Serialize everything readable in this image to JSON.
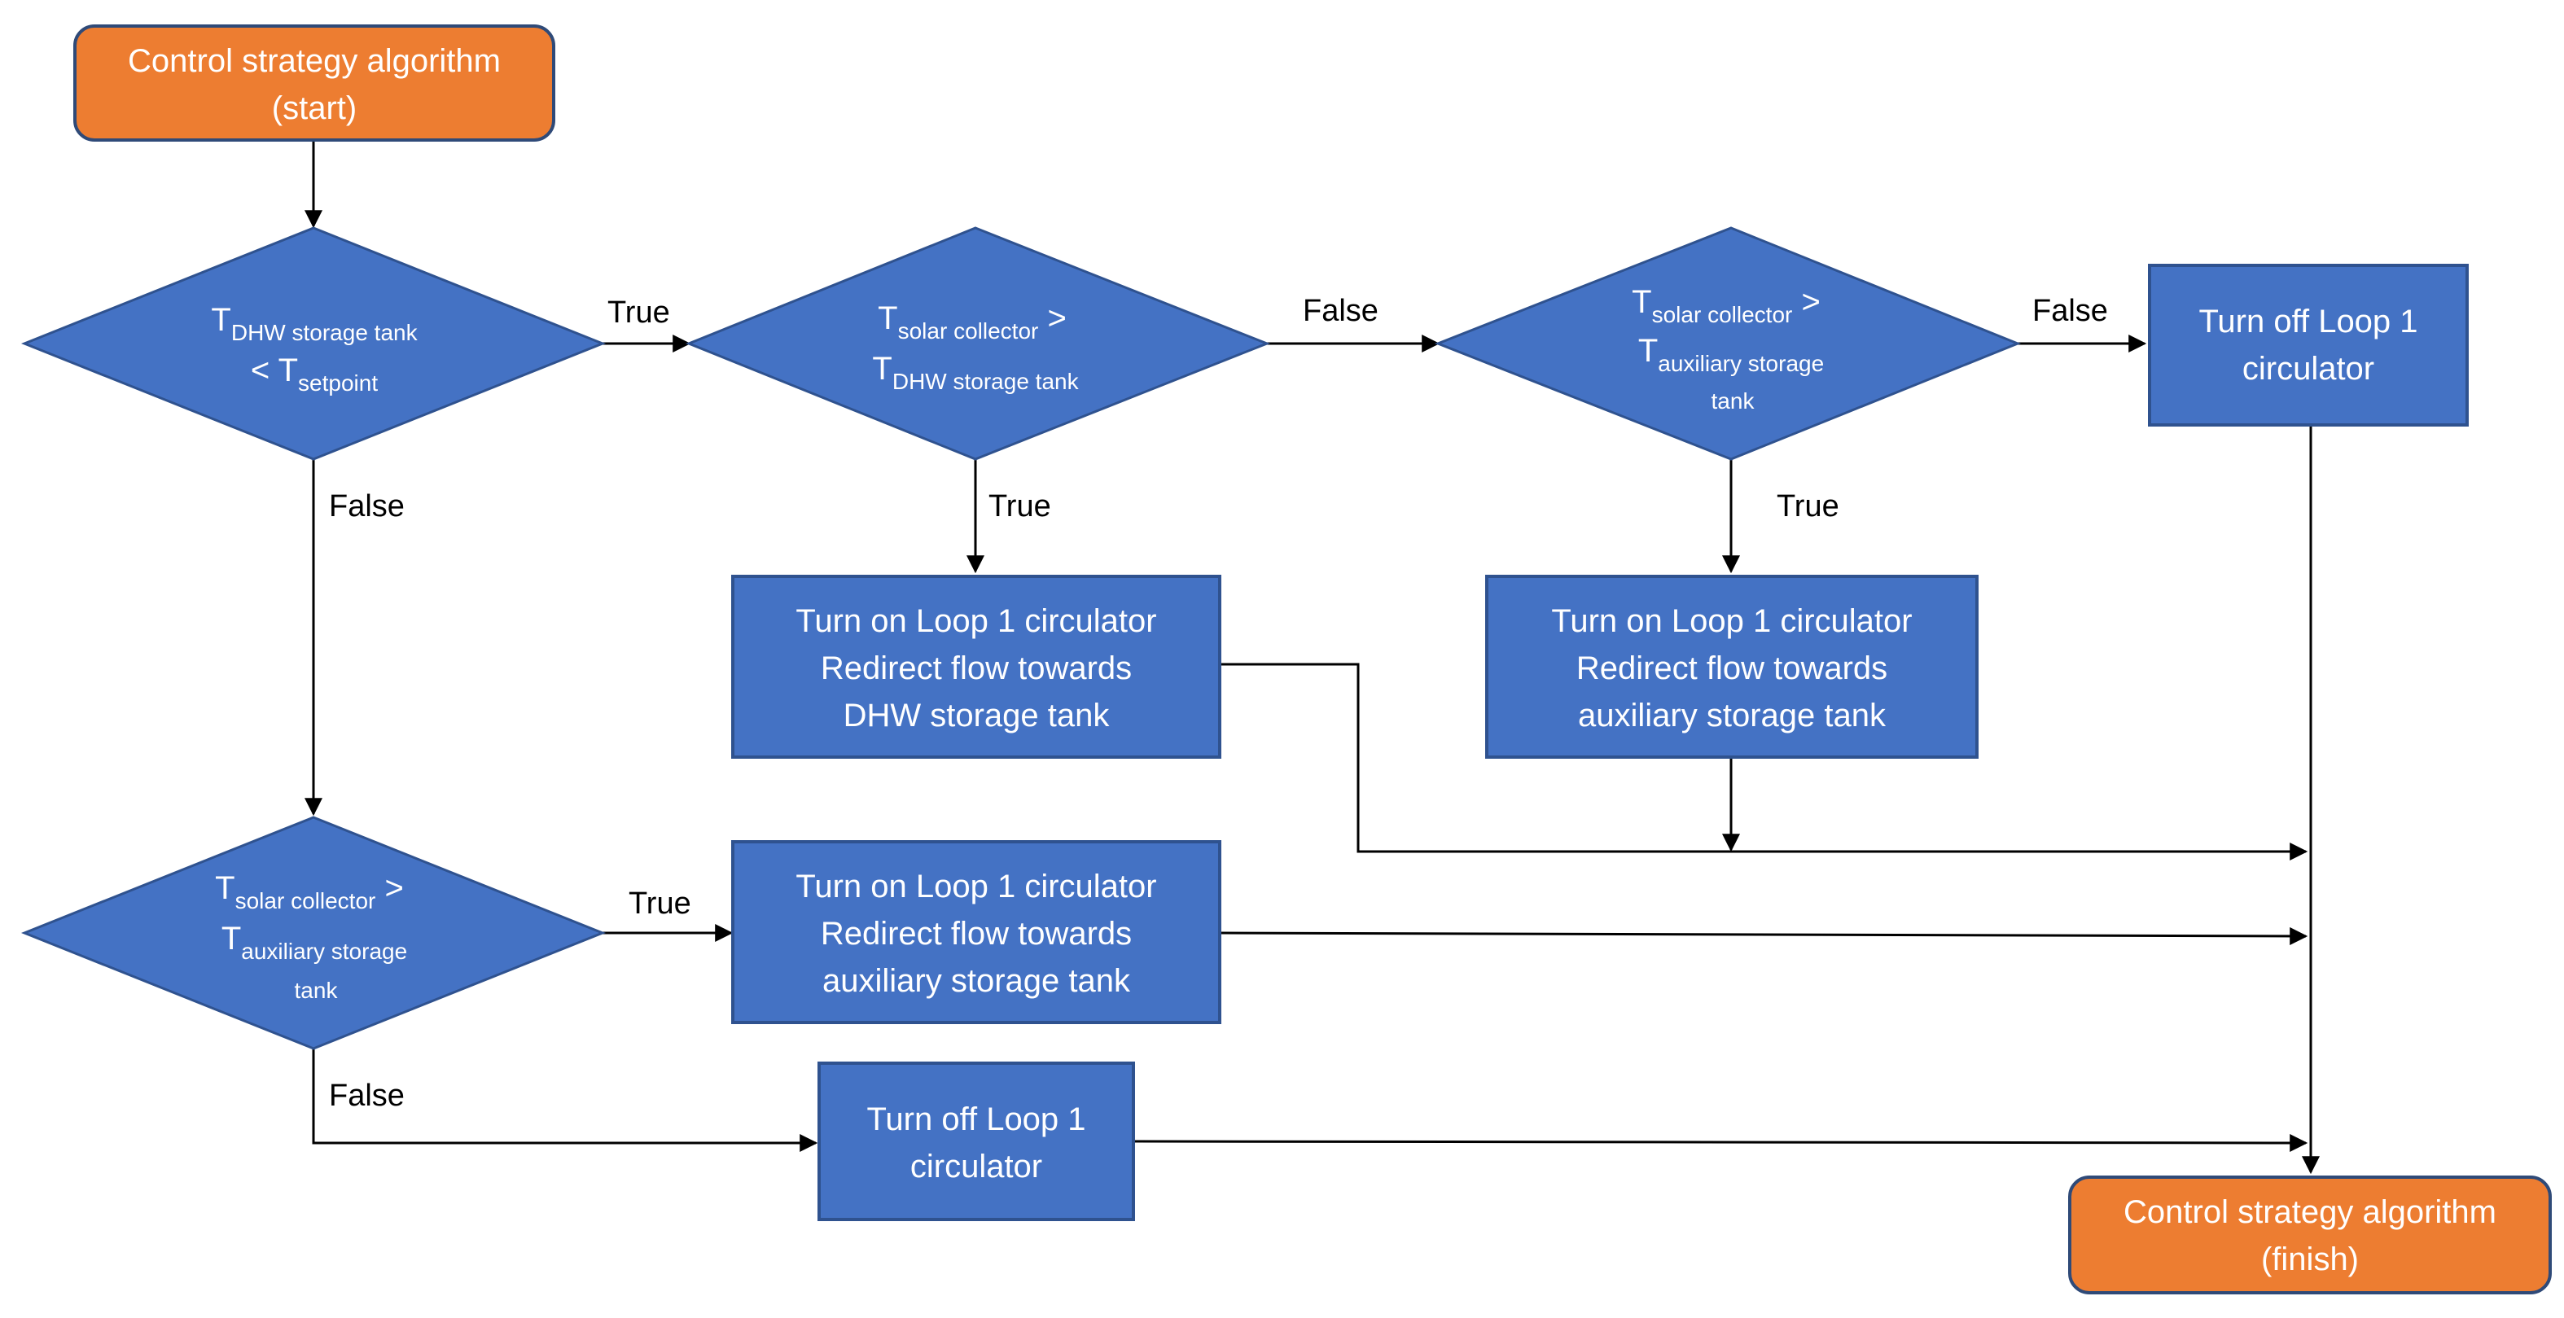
{
  "colors": {
    "terminal_fill": "#ED7D31",
    "terminal_stroke": "#2F4A78",
    "process_fill": "#4472C4",
    "process_stroke": "#2F528F",
    "line": "#000000",
    "text_on_shape": "#FFFFFF"
  },
  "nodes": {
    "start": {
      "line1": "Control strategy algorithm",
      "line2": "(start)"
    },
    "d1": {
      "t1": "T",
      "s1": "DHW storage tank",
      "lt": "< ",
      "t2": "T",
      "s2": "setpoint"
    },
    "d2": {
      "t1": "T",
      "s1": "solar collector",
      "gt": " >",
      "t2": "T",
      "s2": "DHW storage tank"
    },
    "d3": {
      "t1": "T",
      "s1": "solar collector",
      "gt": " >",
      "t2": "T",
      "s2": "auxiliary storage",
      "s3": "tank"
    },
    "d4": {
      "t1": "T",
      "s1": "solar collector",
      "gt": " >",
      "t2": "T",
      "s2": "auxiliary storage",
      "s3": "tank"
    },
    "off_top": {
      "line1": "Turn off Loop 1",
      "line2": "circulator"
    },
    "dhw_box": {
      "line1": "Turn on Loop 1 circulator",
      "line2": "Redirect flow towards",
      "line3": "DHW storage tank"
    },
    "aux_box_top": {
      "line1": "Turn on Loop 1 circulator",
      "line2": "Redirect flow towards",
      "line3": "auxiliary storage tank"
    },
    "aux_box_mid": {
      "line1": "Turn on Loop 1 circulator",
      "line2": "Redirect flow towards",
      "line3": "auxiliary storage tank"
    },
    "off_bottom": {
      "line1": "Turn off Loop 1",
      "line2": "circulator"
    },
    "finish": {
      "line1": "Control strategy algorithm",
      "line2": "(finish)"
    }
  },
  "edge_labels": {
    "d1_true": "True",
    "d1_false": "False",
    "d2_true": "True",
    "d2_false": "False",
    "d3_true": "True",
    "d3_false": "False",
    "d4_true": "True",
    "d4_false": "False"
  }
}
